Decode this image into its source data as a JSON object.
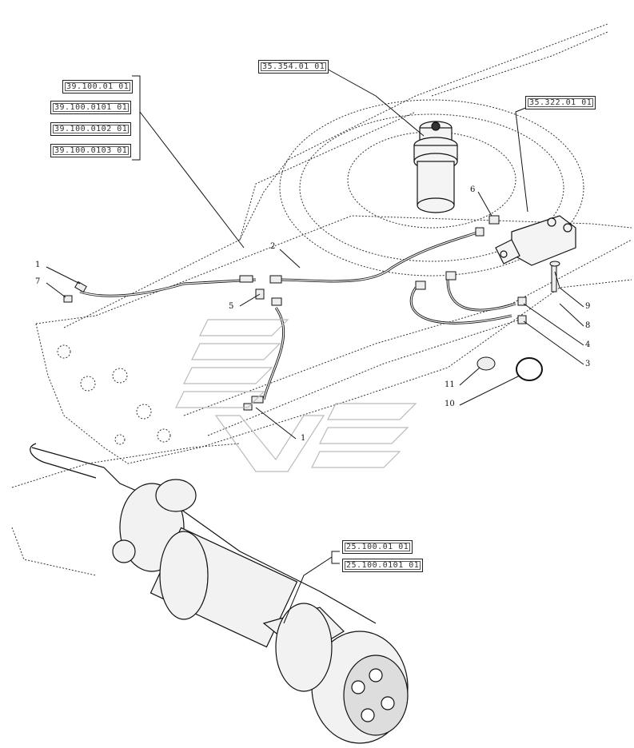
{
  "reference_boxes": [
    {
      "id": "ref-35-354",
      "text": "35.354.01 01"
    },
    {
      "id": "ref-35-322",
      "text": "35.322.01 01"
    },
    {
      "id": "ref-39-100-01",
      "text": "39.100.01 01"
    },
    {
      "id": "ref-39-100-0101",
      "text": "39.100.0101 01"
    },
    {
      "id": "ref-39-100-0102",
      "text": "39.100.0102 01"
    },
    {
      "id": "ref-39-100-0103",
      "text": "39.100.0103 01"
    },
    {
      "id": "ref-25-100-01",
      "text": "25.100.01 01"
    },
    {
      "id": "ref-25-100-0101",
      "text": "25.100.0101 01"
    }
  ],
  "callouts": {
    "c1_left": "1",
    "c7": "7",
    "c2": "2",
    "c5": "5",
    "c6": "6",
    "c1_bottom": "1",
    "c9": "9",
    "c8": "8",
    "c4": "4",
    "c3": "3",
    "c11": "11",
    "c10": "10"
  }
}
